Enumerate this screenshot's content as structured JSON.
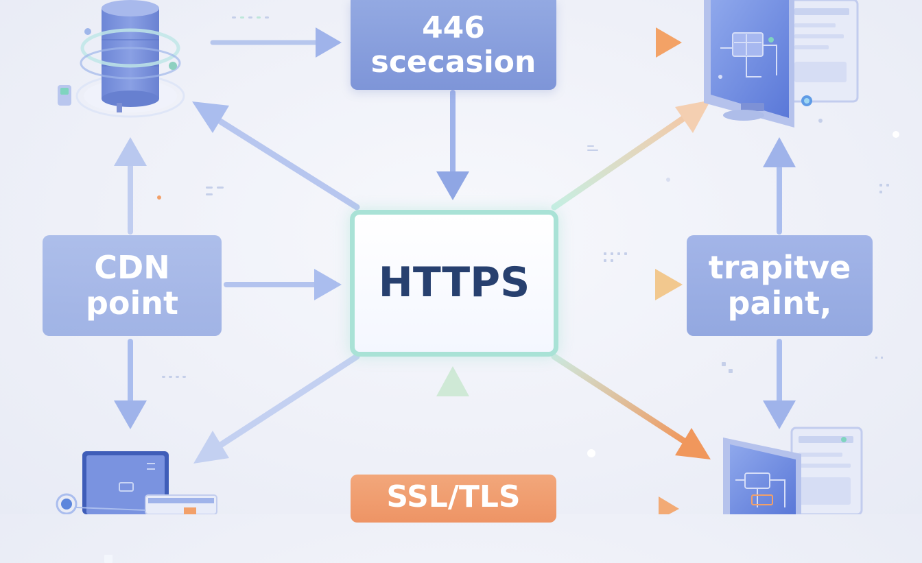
{
  "nodes": {
    "top": {
      "line1": "446",
      "line2": "scecasion"
    },
    "center": {
      "label": "HTTPS"
    },
    "left": {
      "line1": "CDN",
      "line2": "point"
    },
    "right": {
      "line1": "trapitve",
      "line2": "paint,"
    },
    "bottom": {
      "label": "SSL/TLS"
    }
  },
  "icons": {
    "top_left": "database-server-icon",
    "top_right": "monitor-dashboard-icon",
    "bottom_left": "laptop-window-icon",
    "bottom_right": "monitor-dashboard-icon"
  },
  "colors": {
    "blue_arrow": "#9fb3ea",
    "orange_arrow": "#f2a069",
    "green_border": "#a9e2d6",
    "node_blue": "#93a9e2",
    "node_orange": "#ee9465",
    "text_dark": "#27406f"
  }
}
